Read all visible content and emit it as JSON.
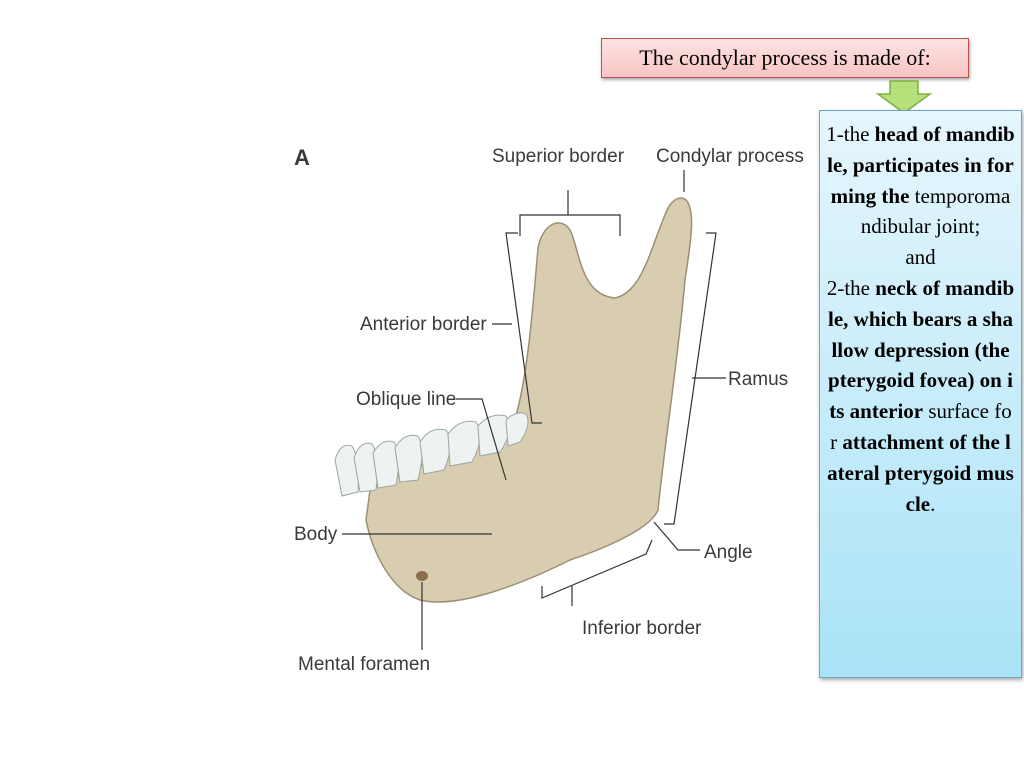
{
  "title": "The condylar process is made of:",
  "info": {
    "p1_a": "1-the ",
    "p1_b": "head of mandible, participates in forming the",
    "p1_c": " temporomandibular joint;",
    "and": "and",
    "p2_a": "2-the ",
    "p2_b": "neck of mandible, which bears a shallow depression (the pterygoid fovea) on its anterior",
    "p2_c": " surface for ",
    "p2_d": "attachment of the lateral pterygoid muscle",
    "p2_e": "."
  },
  "diagram": {
    "panel_letter": "A",
    "labels": {
      "superior_border": "Superior border",
      "condylar_process": "Condylar process",
      "anterior_border": "Anterior border",
      "oblique_line": "Oblique line",
      "ramus": "Ramus",
      "body": "Body",
      "angle": "Angle",
      "inferior_border": "Inferior border",
      "mental_foramen": "Mental foramen"
    }
  },
  "colors": {
    "title_bg": "#f8c4c4",
    "title_border": "#c0504d",
    "info_bg": "#a9e3f7",
    "arrow_fill": "#b6e07a",
    "bone": "#d9cdb1",
    "tooth": "#eef2f0"
  }
}
